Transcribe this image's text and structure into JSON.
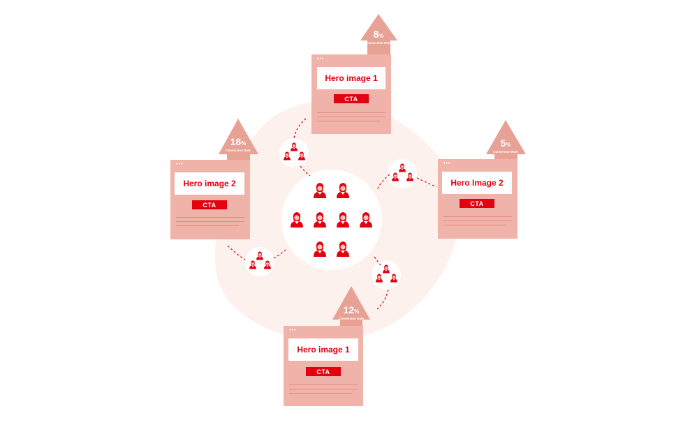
{
  "variants": [
    {
      "id": "top",
      "hero": "Hero image 1",
      "cta": "CTA",
      "rate_value": "8",
      "rate_unit": "%",
      "rate_label": "Conversion Rate"
    },
    {
      "id": "left",
      "hero": "Hero image 2",
      "cta": "CTA",
      "rate_value": "18",
      "rate_unit": "%",
      "rate_label": "Conversion Rate"
    },
    {
      "id": "right",
      "hero": "Hero Image 2",
      "cta": "CTA",
      "rate_value": "5",
      "rate_unit": "%",
      "rate_label": "Conversion Rate"
    },
    {
      "id": "bottom",
      "hero": "Hero image 1",
      "cta": "CTA",
      "rate_value": "12",
      "rate_unit": "%",
      "rate_label": "Conversion Rate"
    }
  ],
  "colors": {
    "accent": "#e3000f",
    "browser": "#efb3a9",
    "arrow": "#e8a195",
    "blob": "#fdf1ee",
    "line": "#e38b7f"
  },
  "icons": [
    "person-icon",
    "browser-dots-icon",
    "up-arrow-icon"
  ]
}
